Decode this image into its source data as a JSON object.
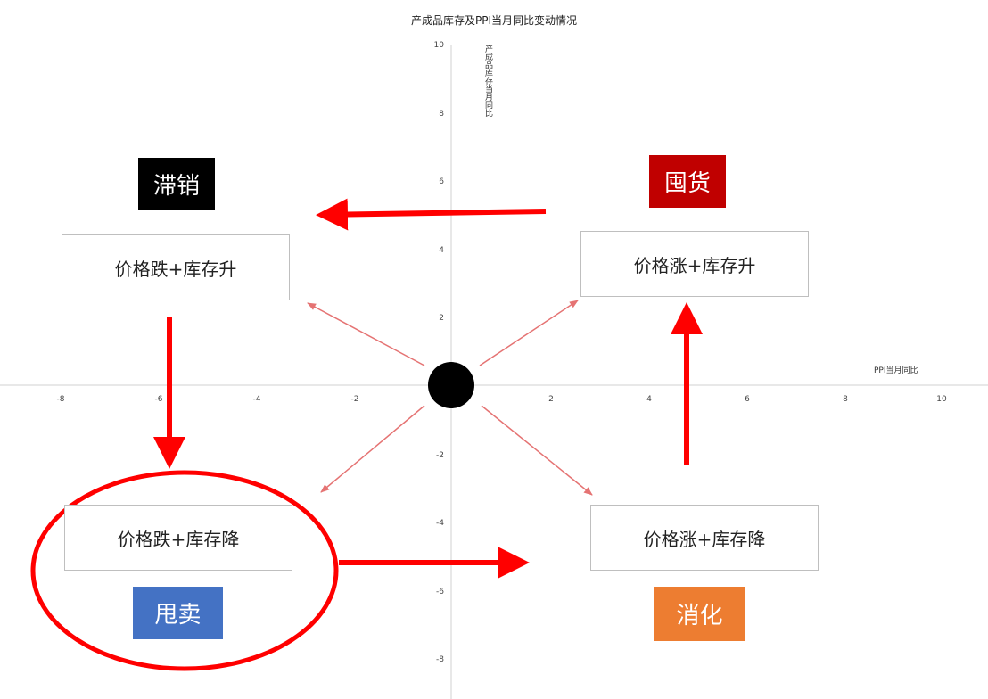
{
  "title": "产成品库存及PPI当月同比变动情况",
  "x_axis": {
    "label": "PPI当月同比",
    "ticks": [
      "-8",
      "-6",
      "-4",
      "-2",
      "2",
      "4",
      "6",
      "8",
      "10"
    ]
  },
  "y_axis": {
    "label": "产成品库存当月同比",
    "ticks": [
      "10",
      "8",
      "6",
      "4",
      "2",
      "-2",
      "-4",
      "-6",
      "-8"
    ]
  },
  "quadrants": {
    "top_left": {
      "tag": "滞销",
      "box": "价格跌+库存升",
      "tag_color": "#000000"
    },
    "top_right": {
      "tag": "囤货",
      "box": "价格涨+库存升",
      "tag_color": "#c00000"
    },
    "bottom_left": {
      "tag": "甩卖",
      "box": "价格跌+库存降",
      "tag_color": "#4472c4"
    },
    "bottom_right": {
      "tag": "消化",
      "box": "价格涨+库存降",
      "tag_color": "#ed7d31"
    }
  },
  "colors": {
    "arrow": "#ff0000",
    "thin_arrow": "#e57373",
    "center_dot": "#000000"
  }
}
